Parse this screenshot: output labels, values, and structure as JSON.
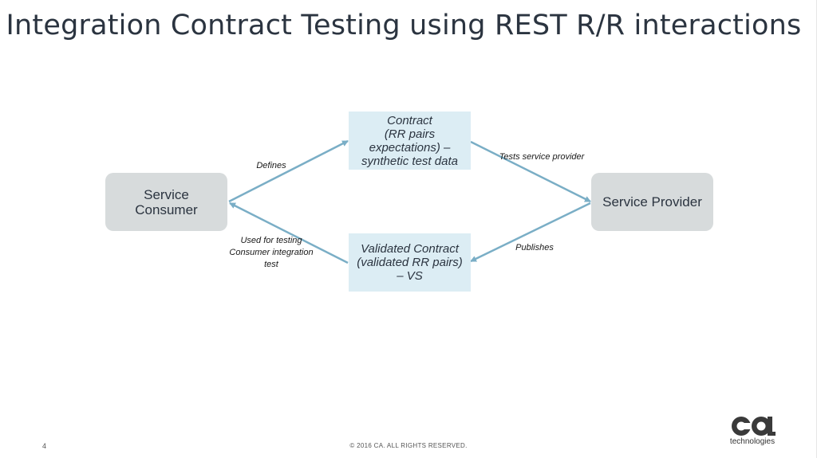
{
  "slide": {
    "title": "Integration Contract Testing using REST R/R interactions",
    "page_number": "4",
    "copyright": "© 2016 CA. ALL RIGHTS RESERVED."
  },
  "logo": {
    "mark": "ca",
    "word": "technologies"
  },
  "colors": {
    "gray_node": "#d7dbdc",
    "blue_node": "#dcedf4",
    "arrow": "#7aaec6",
    "title": "#2b3440"
  },
  "nodes": {
    "consumer": "Service\nConsumer",
    "provider": "Service Provider",
    "contract": "Contract\n(RR pairs\nexpectations) –\nsynthetic test data",
    "validated": "Validated Contract\n(validated RR pairs)\n– VS"
  },
  "edges": {
    "defines": "Defines",
    "tests": "Tests service provider",
    "publishes": "Publishes",
    "used_for": "Used for testing\nConsumer integration\ntest"
  }
}
